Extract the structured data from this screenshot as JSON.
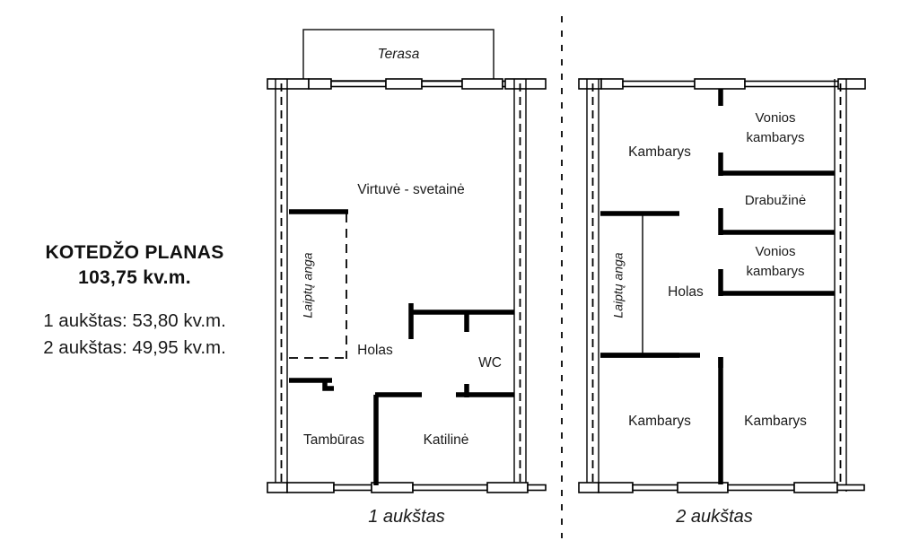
{
  "legend": {
    "title_line1": "KOTEDŽO PLANAS",
    "title_line2": "103,75 kv.m.",
    "area_line1": "1 aukštas: 53,80 kv.m.",
    "area_line2": "2 aukštas: 49,95 kv.m."
  },
  "floor1": {
    "caption": "1 aukštas",
    "terrace_label": "Terasa",
    "rooms": {
      "kitchen_living": "Virtuvė - svetainė",
      "stair_opening": "Laiptų anga",
      "hall": "Holas",
      "wc": "WC",
      "vestibule": "Tambūras",
      "boiler_room": "Katilinė"
    }
  },
  "floor2": {
    "caption": "2 aukštas",
    "rooms": {
      "room_top_left": "Kambarys",
      "bathroom_top_line1": "Vonios",
      "bathroom_top_line2": "kambarys",
      "wardrobe": "Drabužinė",
      "bathroom_mid_line1": "Vonios",
      "bathroom_mid_line2": "kambarys",
      "stair_opening": "Laiptų anga",
      "hall": "Holas",
      "room_bottom_left": "Kambarys",
      "room_bottom_right": "Kambarys"
    }
  },
  "colors": {
    "ink": "#000000",
    "background": "#ffffff"
  }
}
